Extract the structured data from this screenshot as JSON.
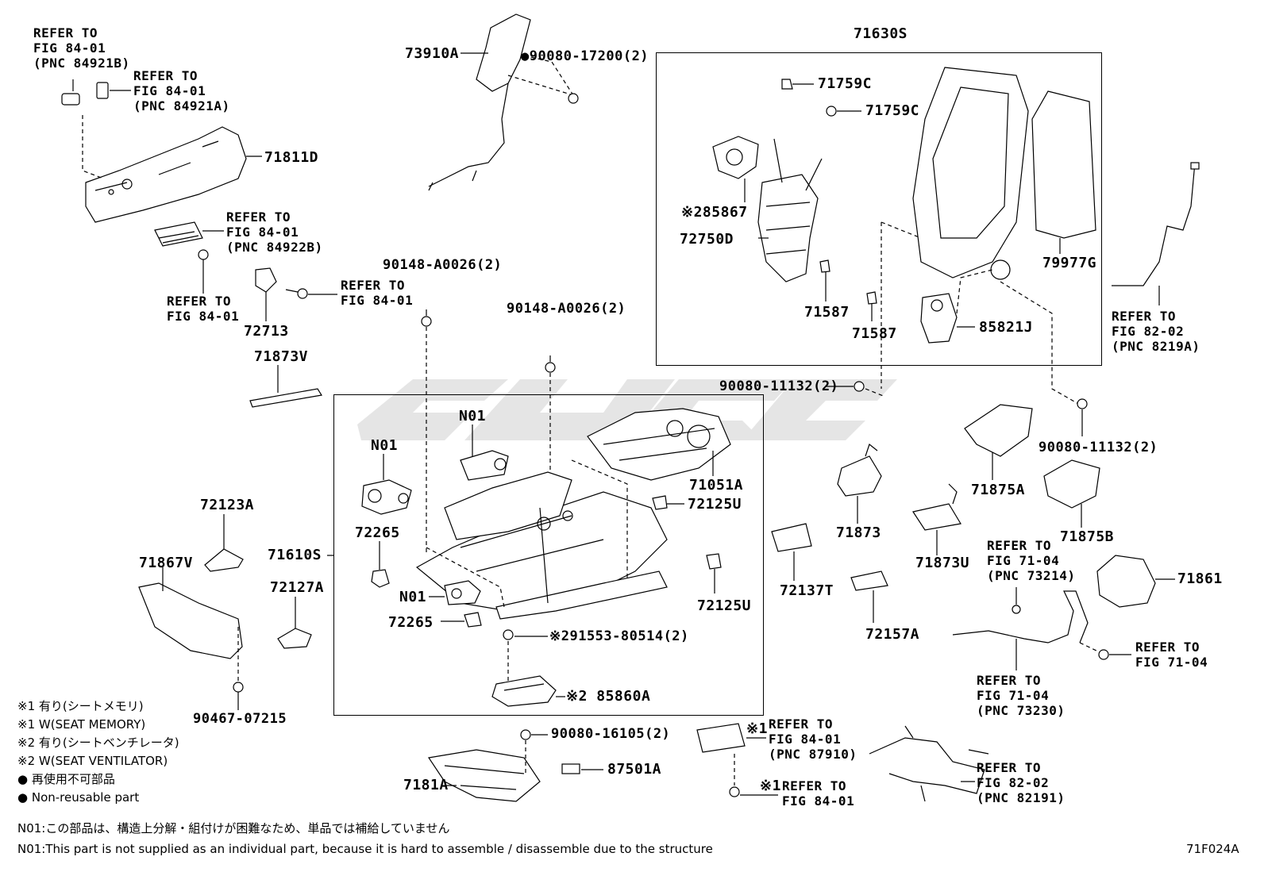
{
  "figure_code": "71F024A",
  "boxes": {
    "backrest_box": "71630S",
    "cushion_box": "71610S"
  },
  "parts": {
    "p73910A": "73910A",
    "p90080_17200": "90080-17200(2)",
    "p71811D": "71811D",
    "p72713": "72713",
    "p71873V": "71873V",
    "p90148_a": "90148-A0026(2)",
    "p90148_b": "90148-A0026(2)",
    "p71759C_a": "71759C",
    "p71759C_b": "71759C",
    "p85867": "※285867",
    "p72750D": "72750D",
    "p71587_a": "71587",
    "p71587_b": "71587",
    "p85821J": "85821J",
    "p79977G": "79977G",
    "p90080_11132_a": "90080-11132(2)",
    "p90080_11132_b": "90080-11132(2)",
    "pN01_a": "N01",
    "pN01_b": "N01",
    "pN01_c": "N01",
    "p71051A": "71051A",
    "p72125U_a": "72125U",
    "p72125U_b": "72125U",
    "p72265_a": "72265",
    "p72265_b": "72265",
    "p91553": "※291553-80514(2)",
    "p85860A": "※2 85860A",
    "p72123A": "72123A",
    "p71867V": "71867V",
    "p72127A": "72127A",
    "p90467": "90467-07215",
    "p90080_16105": "90080-16105(2)",
    "p7181A": "7181A",
    "p87501A": "87501A",
    "p71875A": "71875A",
    "p71875B": "71875B",
    "p71873": "71873",
    "p71873U": "71873U",
    "p72137T": "72137T",
    "p72157A": "72157A",
    "p71861": "71861",
    "mark_x1_a": "※1",
    "mark_x1_b": "※1"
  },
  "refs": {
    "r1": "REFER TO\nFIG 84-01\n(PNC 84921B)",
    "r2": "REFER TO\nFIG 84-01\n(PNC 84921A)",
    "r3": "REFER TO\nFIG 84-01\n(PNC 84922B)",
    "r4": "REFER TO\nFIG 84-01",
    "r5": "REFER TO\nFIG 84-01",
    "r6": "REFER TO\nFIG 82-02\n(PNC 8219A)",
    "r7": "REFER TO\nFIG 71-04\n(PNC 73214)",
    "r8": "REFER TO\nFIG 71-04",
    "r9": "REFER TO\nFIG 71-04\n(PNC 73230)",
    "r10": "REFER TO\nFIG 84-01\n(PNC 87910)",
    "r11": "REFER TO\nFIG 84-01",
    "r12": "REFER TO\nFIG 82-02\n(PNC 82191)"
  },
  "legend": [
    "※1 有り(シートメモリ)",
    "※1 W(SEAT MEMORY)",
    "※2 有り(シートベンチレータ)",
    "※2 W(SEAT VENTILATOR)",
    "● 再使用不可部品",
    "● Non-reusable part"
  ],
  "footnotes": {
    "jp": "N01:この部品は、構造上分解・組付けが困難なため、単品では補給していません",
    "en": "N01:This part is not supplied as an individual part, because it is hard to assemble / disassemble due to the structure"
  },
  "colors": {
    "ink": "#000000",
    "watermark": "#8c8c8c"
  }
}
